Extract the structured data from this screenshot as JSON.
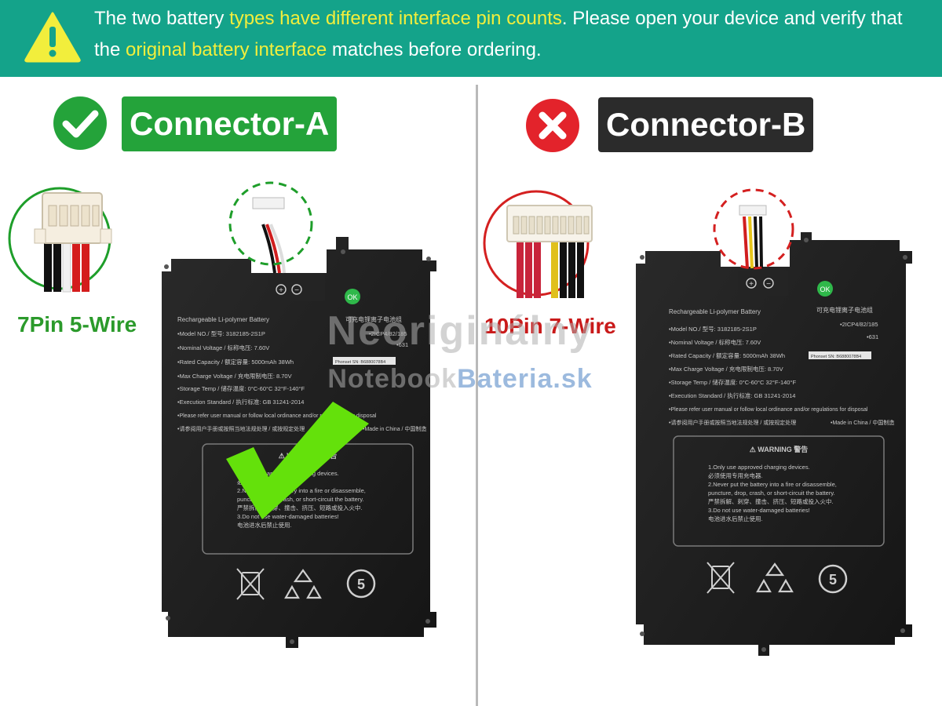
{
  "banner": {
    "line1_a": "The two battery ",
    "line1_hl": "types have different interface pin counts",
    "line1_b": ". Please open your device and verify that",
    "line2_a": "the ",
    "line2_hl": "original battery interface",
    "line2_b": " matches before ordering."
  },
  "connector_a": {
    "title": "Connector-A",
    "wire_label": "7Pin 5-Wire",
    "status": "check-icon",
    "color": "#24a33a"
  },
  "connector_b": {
    "title": "Connector-B",
    "wire_label": "10Pin 7-Wire",
    "status": "cross-icon",
    "color": "#e3232b"
  },
  "watermark": {
    "line1": "Neoriginálny",
    "line2_a": "Notebook",
    "line2_b": "Bateria.sk"
  },
  "battery_label": {
    "heading": "Rechargeable Li-polymer Battery",
    "heading_cn": "可充电锂离子电池组",
    "model": "•Model NO./ 型号: 3182185-2S1P",
    "cell": "•2ICP4/82/185",
    "voltage": "•Nominal Voltage / 标称电压: 7.60V",
    "code": "•631",
    "capacity": "•Rated Capacity / 额定容量: 5000mAh 38Wh",
    "charge": "•Max Charge Voltage / 充电限制电压: 8.70V",
    "storage": "•Storage Temp / 储存温度: 0°C-60°C 32°F-140°F",
    "standard": "•Execution Standard / 执行标准: GB 31241-2014",
    "refer": "•Please refer user manual or follow local ordinance and/or regulations for disposal",
    "refer_cn": "•请参阅用户手册或按照当地法规处理 / 或按规定处理",
    "made": "•Made in China / 中国制造",
    "warning_title": "⚠ WARNING 警告",
    "w1": "1.Only use approved charging devices.",
    "w1_cn": "必须使用专用充电器.",
    "w2": "2.Never put the battery into a fire or disassemble,",
    "w2b": "puncture, drop, crash, or short-circuit the battery.",
    "w2_cn": "严禁拆解、刺穿、撞击、挤压、短路或投入火中.",
    "w3": "3.Do not use water-damaged batteries!",
    "w3_cn": "电池进水后禁止使用.",
    "barcode_text": "Phonset  SN: B6880078B4",
    "plus": "+",
    "minus": "−",
    "ok": "OK",
    "recycle_num": "5"
  }
}
